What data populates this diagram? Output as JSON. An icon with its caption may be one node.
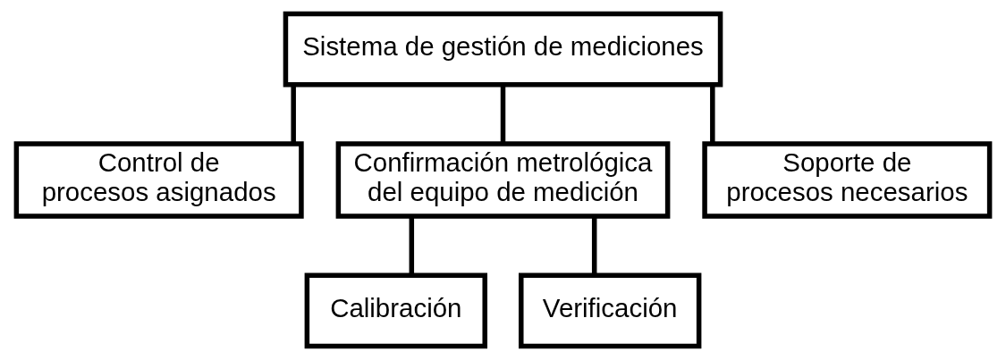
{
  "diagram": {
    "nodes": [
      {
        "text": [
          "Sistema de gestión de mediciones"
        ]
      },
      {
        "text": [
          "Control de procesos asignados"
        ]
      },
      {
        "text": [
          "Confirmación metrológica del equipo de medición"
        ]
      },
      {
        "text": [
          "Soporte de procesos necesarios"
        ]
      },
      {
        "text": [
          "Calibración"
        ]
      },
      {
        "text": [
          "Verificación"
        ]
      }
    ],
    "edges": [
      {
        "from": 0,
        "to": 1,
        "arrow": "none"
      },
      {
        "from": 0,
        "to": 2,
        "arrow": "none"
      },
      {
        "from": 0,
        "to": 3,
        "arrow": "none"
      },
      {
        "from": 2,
        "to": 4,
        "arrow": "none"
      },
      {
        "from": 2,
        "to": 5,
        "arrow": "none"
      }
    ]
  }
}
